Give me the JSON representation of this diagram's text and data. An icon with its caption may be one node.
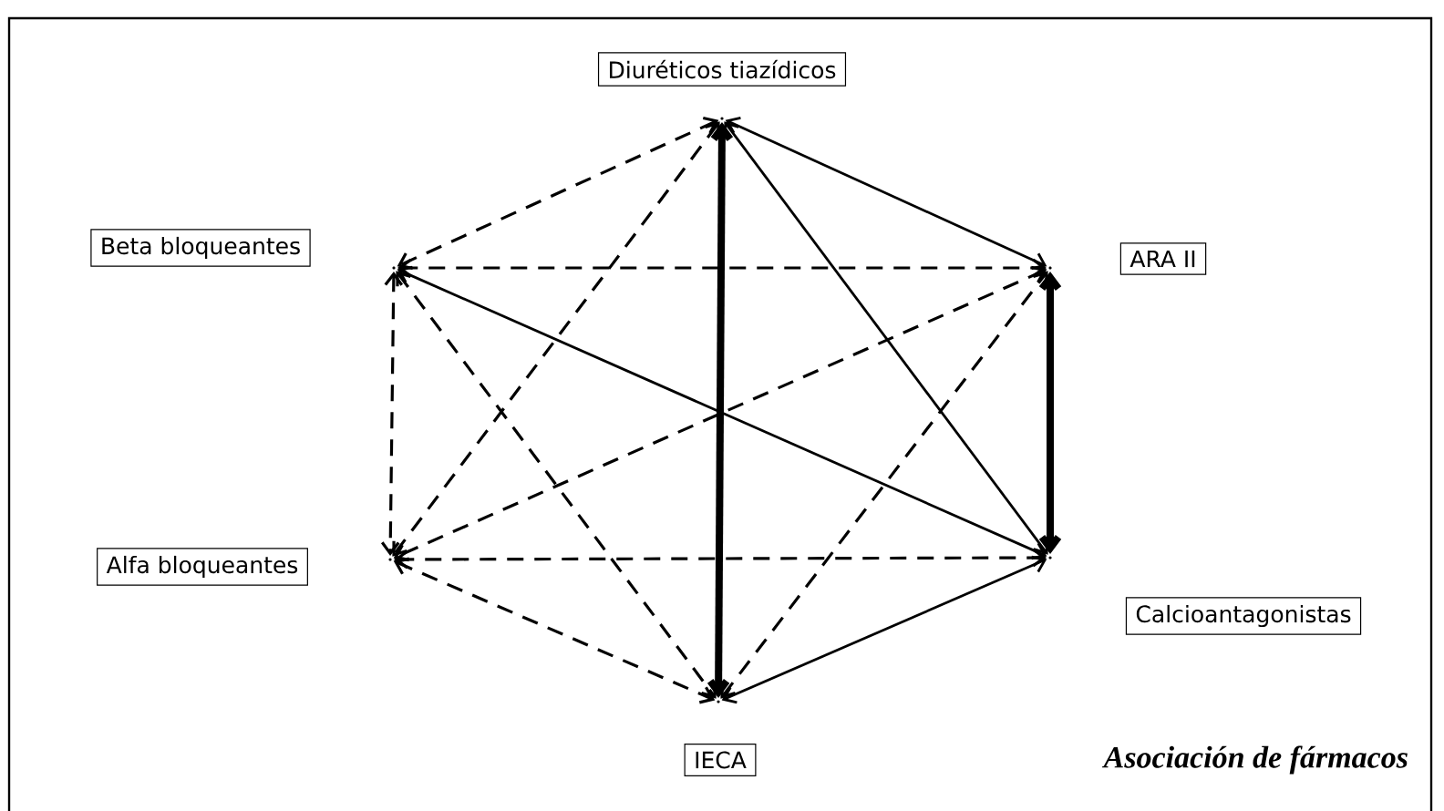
{
  "diagram": {
    "caption": "Asociación de fármacos",
    "nodes": [
      {
        "text": [
          "Diuréticos tiazídicos"
        ]
      },
      {
        "text": [
          "Beta bloqueantes"
        ]
      },
      {
        "text": [
          "ARA II"
        ]
      },
      {
        "text": [
          "Alfa bloqueantes"
        ]
      },
      {
        "text": [
          "Calcioantagonistas"
        ]
      },
      {
        "text": [
          "IECA"
        ]
      }
    ],
    "edges": [
      {
        "from": 0,
        "to": 2,
        "arrow": "both"
      },
      {
        "from": 0,
        "to": 4,
        "arrow": "both"
      },
      {
        "from": 0,
        "to": 5,
        "arrow": "both",
        "style": "thick"
      },
      {
        "from": 2,
        "to": 4,
        "arrow": "both",
        "style": "thick"
      },
      {
        "from": 1,
        "to": 4,
        "arrow": "both"
      },
      {
        "from": 5,
        "to": 4,
        "arrow": "both"
      },
      {
        "from": 0,
        "to": 1,
        "arrow": "both",
        "style": "dashed"
      },
      {
        "from": 0,
        "to": 3,
        "arrow": "both",
        "style": "dashed"
      },
      {
        "from": 1,
        "to": 2,
        "arrow": "both",
        "style": "dashed"
      },
      {
        "from": 1,
        "to": 3,
        "arrow": "both",
        "style": "dashed"
      },
      {
        "from": 1,
        "to": 5,
        "arrow": "both",
        "style": "dashed"
      },
      {
        "from": 2,
        "to": 3,
        "arrow": "both",
        "style": "dashed"
      },
      {
        "from": 3,
        "to": 4,
        "arrow": "both",
        "style": "dashed"
      },
      {
        "from": 3,
        "to": 5,
        "arrow": "both",
        "style": "dashed"
      },
      {
        "from": 5,
        "to": 2,
        "arrow": "both",
        "style": "dashed"
      }
    ]
  }
}
